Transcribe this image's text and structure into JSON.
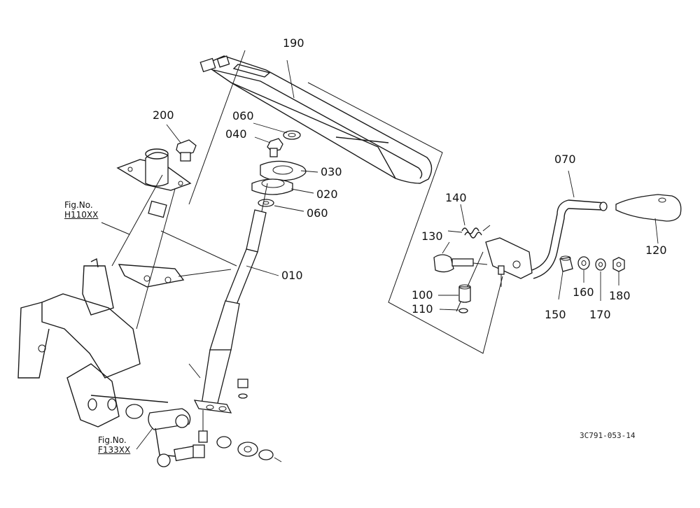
{
  "diagram": {
    "part_labels": {
      "p190": "190",
      "p200": "200",
      "p060a": "060",
      "p040": "040",
      "p030": "030",
      "p020": "020",
      "p060b": "060",
      "p010": "010",
      "p070": "070",
      "p140": "140",
      "p130": "130",
      "p120": "120",
      "p100": "100",
      "p110": "110",
      "p150": "150",
      "p160": "160",
      "p170": "170",
      "p180": "180"
    },
    "references": {
      "fig_h": {
        "label": "Fig.No.",
        "code": "H110XX"
      },
      "fig_f": {
        "label": "Fig.No.",
        "code": "F133XX"
      }
    },
    "drawing_code": "3C791-053-14"
  }
}
